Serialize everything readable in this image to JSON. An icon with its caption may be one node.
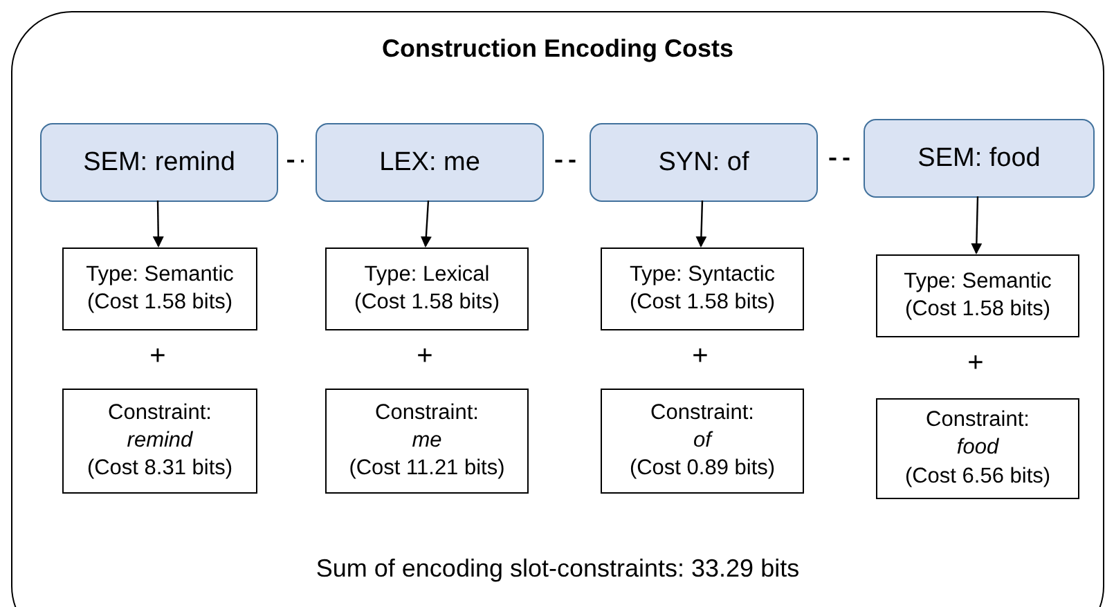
{
  "diagram": {
    "nodes": [
      {
        "text": [
          "Construction Encoding Costs",
          "Sum of encoding slot-constraints: 33.29 bits"
        ]
      },
      {
        "text": [
          "SEM: remind"
        ],
        "in": 0
      },
      {
        "text": [
          "LEX: me"
        ],
        "in": 0
      },
      {
        "text": [
          "SYN: of"
        ],
        "in": 0
      },
      {
        "text": [
          "SEM: food"
        ],
        "in": 0
      },
      {
        "text": [
          "Type: Semantic",
          "(Cost 1.58 bits)"
        ],
        "in": 0
      },
      {
        "text": [
          "Type: Lexical",
          "(Cost 1.58 bits)"
        ],
        "in": 0
      },
      {
        "text": [
          "Type: Syntactic",
          "(Cost 1.58 bits)"
        ],
        "in": 0
      },
      {
        "text": [
          "Type: Semantic",
          "(Cost 1.58 bits)"
        ],
        "in": 0
      },
      {
        "text": [
          "Constraint:",
          "remind",
          "(Cost 8.31 bits)"
        ],
        "in": 0
      },
      {
        "text": [
          "Constraint:",
          "me",
          "(Cost 11.21 bits)"
        ],
        "in": 0
      },
      {
        "text": [
          "Constraint:",
          "of",
          "(Cost 0.89 bits)"
        ],
        "in": 0
      },
      {
        "text": [
          "Constraint:",
          "food",
          "(Cost 6.56 bits)"
        ],
        "in": 0
      }
    ],
    "edges": [
      {
        "from": 1,
        "to": 5,
        "arrow": "to"
      },
      {
        "from": 2,
        "to": 6,
        "arrow": "to"
      },
      {
        "from": 3,
        "to": 7,
        "arrow": "to"
      },
      {
        "from": 4,
        "to": 8,
        "arrow": "to"
      },
      {
        "from": 1,
        "to": 2,
        "arrow": "none",
        "style": "dashed"
      },
      {
        "from": 2,
        "to": 3,
        "arrow": "none",
        "style": "dashed"
      },
      {
        "from": 3,
        "to": 4,
        "arrow": "none",
        "style": "dashed"
      }
    ],
    "labels": [
      "+",
      "+",
      "+",
      "+"
    ]
  }
}
